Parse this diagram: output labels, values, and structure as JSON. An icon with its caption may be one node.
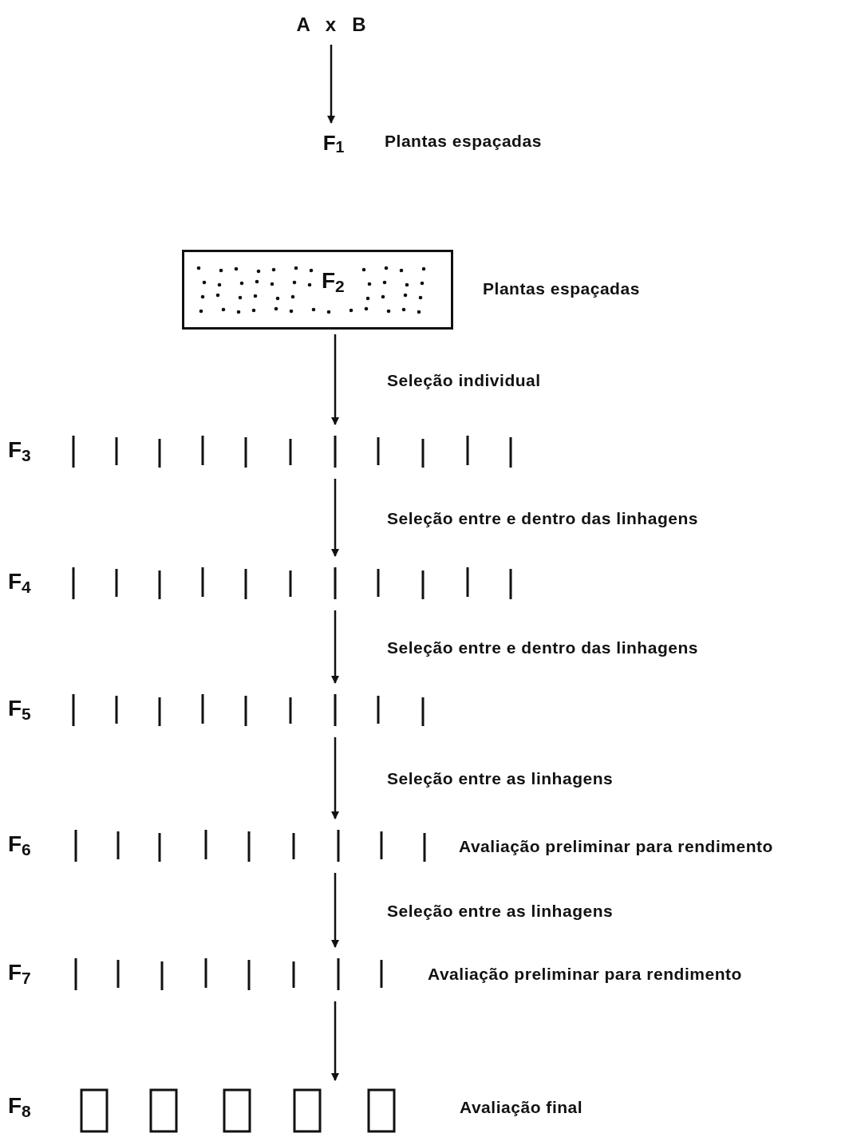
{
  "diagram": {
    "nodes": [
      {
        "text": [
          "A x B"
        ]
      },
      {
        "text": [
          "F$_{1}$"
        ],
        "beside": [
          "Plantas espaçadas"
        ]
      },
      {
        "text": [
          "F$_{2}$"
        ],
        "beside": [
          "Plantas espaçadas"
        ]
      },
      {
        "text": [
          "F$_{3}$"
        ]
      },
      {
        "text": [
          "F$_{4}$"
        ]
      },
      {
        "text": [
          "F$_{5}$"
        ]
      },
      {
        "text": [
          "F$_{6}$"
        ],
        "beside": [
          "Avaliação preliminar para rendimento"
        ]
      },
      {
        "text": [
          "F$_{7}$"
        ],
        "beside": [
          "Avaliação preliminar para rendimento"
        ]
      },
      {
        "text": [
          "F$_{8}$"
        ],
        "beside": [
          "Avaliação final"
        ]
      }
    ],
    "edges": [
      {
        "from": 0,
        "to": 1,
        "arrow": "to"
      },
      {
        "from": 2,
        "to": 3,
        "arrow": "to",
        "label": "Seleção individual"
      },
      {
        "from": 3,
        "to": 4,
        "arrow": "to",
        "label": "Seleção entre e dentro das linhagens"
      },
      {
        "from": 4,
        "to": 5,
        "arrow": "to",
        "label": "Seleção entre e dentro das linhagens"
      },
      {
        "from": 5,
        "to": 6,
        "arrow": "to",
        "label": "Seleção entre as linhagens"
      },
      {
        "from": 6,
        "to": 7,
        "arrow": "to",
        "label": "Seleção entre as linhagens"
      },
      {
        "from": 7,
        "to": 8,
        "arrow": "to"
      }
    ]
  }
}
